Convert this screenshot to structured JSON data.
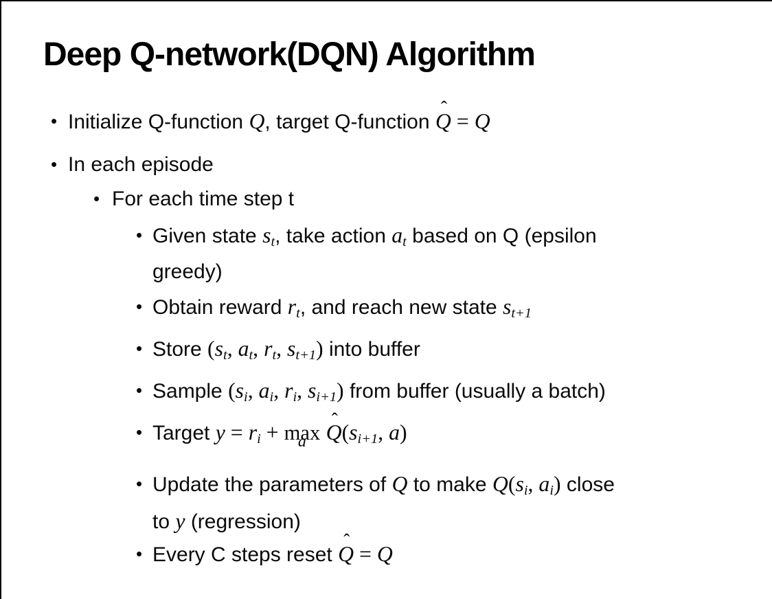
{
  "page": {
    "background": "#ffffff",
    "border_color": "#000000",
    "text_color": "#0a0a0a",
    "bullet_char": "•"
  },
  "slide": {
    "title": "Deep Q-network(DQN) Algorithm",
    "bullets": [
      {
        "level": 1,
        "segments": [
          {
            "t": "t",
            "v": "Initialize Q-function "
          },
          {
            "t": "m",
            "v": "Q"
          },
          {
            "t": "t",
            "v": ", target Q-function "
          },
          {
            "t": "hat",
            "v": "Q"
          },
          {
            "t": "mn",
            "v": " = "
          },
          {
            "t": "m",
            "v": "Q"
          }
        ]
      },
      {
        "level": 1,
        "segments": [
          {
            "t": "t",
            "v": "In each episode"
          }
        ]
      },
      {
        "level": 2,
        "segments": [
          {
            "t": "t",
            "v": "For each time step t"
          }
        ]
      },
      {
        "level": 3,
        "segments": [
          {
            "t": "t",
            "v": "Given state "
          },
          {
            "t": "m",
            "v": "s"
          },
          {
            "t": "sub",
            "v": "t"
          },
          {
            "t": "t",
            "v": ", take action "
          },
          {
            "t": "m",
            "v": "a"
          },
          {
            "t": "sub",
            "v": "t"
          },
          {
            "t": "t",
            "v": " based on Q (epsilon"
          },
          {
            "t": "br"
          },
          {
            "t": "t",
            "v": "greedy)"
          }
        ]
      },
      {
        "level": 3,
        "segments": [
          {
            "t": "t",
            "v": "Obtain reward "
          },
          {
            "t": "m",
            "v": "r"
          },
          {
            "t": "sub",
            "v": "t"
          },
          {
            "t": "t",
            "v": ", and reach new state "
          },
          {
            "t": "m",
            "v": "s"
          },
          {
            "t": "sub",
            "v": "t+1"
          }
        ]
      },
      {
        "level": 3,
        "segments": [
          {
            "t": "t",
            "v": "Store "
          },
          {
            "t": "mn",
            "v": "("
          },
          {
            "t": "m",
            "v": "s"
          },
          {
            "t": "sub",
            "v": "t"
          },
          {
            "t": "mn",
            "v": ", "
          },
          {
            "t": "m",
            "v": "a"
          },
          {
            "t": "sub",
            "v": "t"
          },
          {
            "t": "mn",
            "v": ", "
          },
          {
            "t": "m",
            "v": "r"
          },
          {
            "t": "sub",
            "v": "t"
          },
          {
            "t": "mn",
            "v": ", "
          },
          {
            "t": "m",
            "v": "s"
          },
          {
            "t": "sub",
            "v": "t+1"
          },
          {
            "t": "mn",
            "v": ")"
          },
          {
            "t": "t",
            "v": " into buffer"
          }
        ]
      },
      {
        "level": 3,
        "segments": [
          {
            "t": "t",
            "v": "Sample "
          },
          {
            "t": "mn",
            "v": "("
          },
          {
            "t": "m",
            "v": "s"
          },
          {
            "t": "sub",
            "v": "i"
          },
          {
            "t": "mn",
            "v": ", "
          },
          {
            "t": "m",
            "v": "a"
          },
          {
            "t": "sub",
            "v": "i"
          },
          {
            "t": "mn",
            "v": ", "
          },
          {
            "t": "m",
            "v": "r"
          },
          {
            "t": "sub",
            "v": "i"
          },
          {
            "t": "mn",
            "v": ", "
          },
          {
            "t": "m",
            "v": "s"
          },
          {
            "t": "sub",
            "v": "i+1"
          },
          {
            "t": "mn",
            "v": ")"
          },
          {
            "t": "t",
            "v": " from buffer (usually a batch)"
          }
        ]
      },
      {
        "level": 3,
        "segments": [
          {
            "t": "t",
            "v": "Target "
          },
          {
            "t": "m",
            "v": "y"
          },
          {
            "t": "mn",
            "v": " = "
          },
          {
            "t": "m",
            "v": "r"
          },
          {
            "t": "sub",
            "v": "i"
          },
          {
            "t": "mn",
            "v": " + "
          },
          {
            "t": "maxop",
            "op": "max",
            "under": "a"
          },
          {
            "t": "t",
            "v": " "
          },
          {
            "t": "hat",
            "v": "Q"
          },
          {
            "t": "mn",
            "v": "("
          },
          {
            "t": "m",
            "v": "s"
          },
          {
            "t": "sub",
            "v": "i+1"
          },
          {
            "t": "mn",
            "v": ", "
          },
          {
            "t": "m",
            "v": "a"
          },
          {
            "t": "mn",
            "v": ")"
          }
        ]
      },
      {
        "level": 3,
        "segments": [
          {
            "t": "t",
            "v": "Update the parameters of "
          },
          {
            "t": "m",
            "v": "Q"
          },
          {
            "t": "t",
            "v": " to make "
          },
          {
            "t": "m",
            "v": "Q"
          },
          {
            "t": "mn",
            "v": "("
          },
          {
            "t": "m",
            "v": "s"
          },
          {
            "t": "sub",
            "v": "i"
          },
          {
            "t": "mn",
            "v": ", "
          },
          {
            "t": "m",
            "v": "a"
          },
          {
            "t": "sub",
            "v": "i"
          },
          {
            "t": "mn",
            "v": ")"
          },
          {
            "t": "t",
            "v": " close"
          },
          {
            "t": "br"
          },
          {
            "t": "t",
            "v": "to "
          },
          {
            "t": "m",
            "v": "y"
          },
          {
            "t": "t",
            "v": " (regression)"
          }
        ]
      },
      {
        "level": 3,
        "segments": [
          {
            "t": "t",
            "v": "Every C steps reset "
          },
          {
            "t": "hat",
            "v": "Q"
          },
          {
            "t": "mn",
            "v": " = "
          },
          {
            "t": "m",
            "v": "Q"
          }
        ]
      }
    ]
  }
}
